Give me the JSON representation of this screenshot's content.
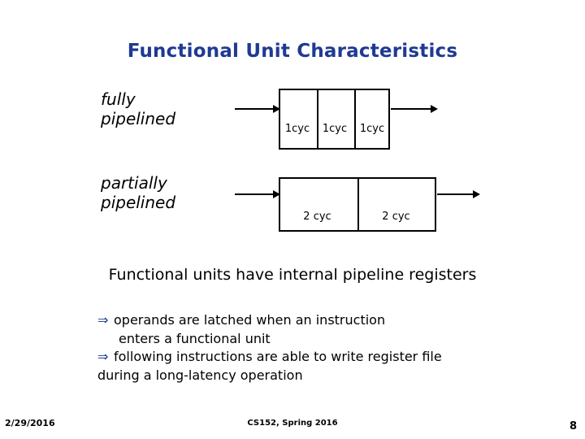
{
  "slide": {
    "title": "Functional Unit Characteristics",
    "labels": {
      "fully": "fully\npipelined",
      "partially": "partially\npipelined"
    },
    "fully_pipelined": {
      "stages": [
        "1cyc",
        "1cyc",
        "1cyc"
      ]
    },
    "partially_pipelined": {
      "stages": [
        "2 cyc",
        "2 cyc"
      ]
    },
    "statement": "Functional units have internal pipeline registers",
    "bullets": [
      {
        "glyph": "⇒",
        "text": "operands are latched when an instruction",
        "continuation": "enters a functional unit"
      },
      {
        "glyph": "⇒",
        "text": "following instructions are able to write register file",
        "continuation": "during a long-latency operation"
      }
    ],
    "footer": {
      "date": "2/29/2016",
      "course": "CS152, Spring 2016",
      "page": "8"
    },
    "colors": {
      "title": "#1F3A93",
      "bullet": "#1F3A93",
      "line": "#000000"
    }
  }
}
